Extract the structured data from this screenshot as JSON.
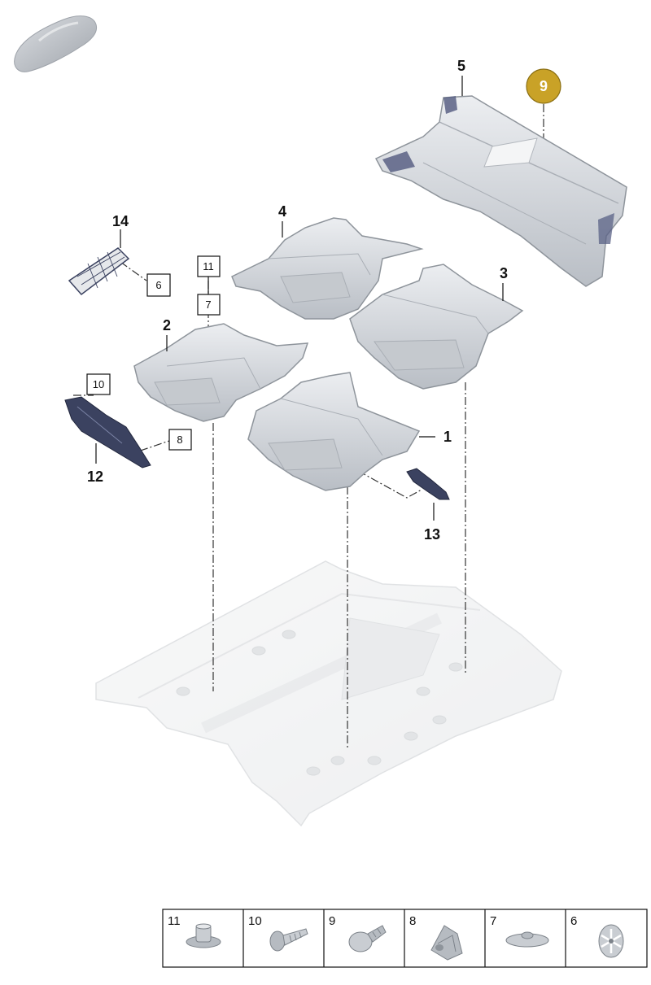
{
  "callouts": {
    "c1": "1",
    "c2": "2",
    "c3": "3",
    "c4": "4",
    "c5": "5",
    "c9": "9",
    "c12": "12",
    "c13": "13",
    "c14": "14"
  },
  "boxed_refs": {
    "b6": "6",
    "b7": "7",
    "b8": "8",
    "b10": "10",
    "b11": "11"
  },
  "legend": [
    {
      "num": "11",
      "icon": "flange-nut-icon"
    },
    {
      "num": "10",
      "icon": "screw-icon"
    },
    {
      "num": "9",
      "icon": "push-clip-icon"
    },
    {
      "num": "8",
      "icon": "expansion-nut-icon"
    },
    {
      "num": "7",
      "icon": "washer-clip-icon"
    },
    {
      "num": "6",
      "icon": "star-clip-icon"
    }
  ],
  "colors": {
    "highlight": "#c9a227",
    "part_fill": "#d7dade",
    "part_stroke": "#8e949b",
    "dark_part": "#3b4260"
  }
}
